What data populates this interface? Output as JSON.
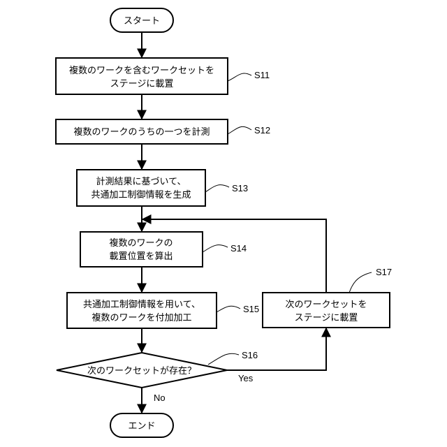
{
  "nodes": {
    "start": {
      "label": "スタート"
    },
    "s11": {
      "lines": [
        "複数のワークを含むワークセットを",
        "ステージに載置"
      ],
      "step": "S11"
    },
    "s12": {
      "lines": [
        "複数のワークのうちの一つを計測"
      ],
      "step": "S12"
    },
    "s13": {
      "lines": [
        "計測結果に基づいて、",
        "共通加工制御情報を生成"
      ],
      "step": "S13"
    },
    "s14": {
      "lines": [
        "複数のワークの",
        "載置位置を算出"
      ],
      "step": "S14"
    },
    "s15": {
      "lines": [
        "共通加工制御情報を用いて、",
        "複数のワークを付加加工"
      ],
      "step": "S15"
    },
    "s16": {
      "label": "次のワークセットが存在？",
      "step": "S16"
    },
    "s17": {
      "lines": [
        "次のワークセットを",
        "ステージに載置"
      ],
      "step": "S17"
    },
    "end": {
      "label": "エンド"
    }
  },
  "edges": {
    "yes": "Yes",
    "no": "No"
  }
}
